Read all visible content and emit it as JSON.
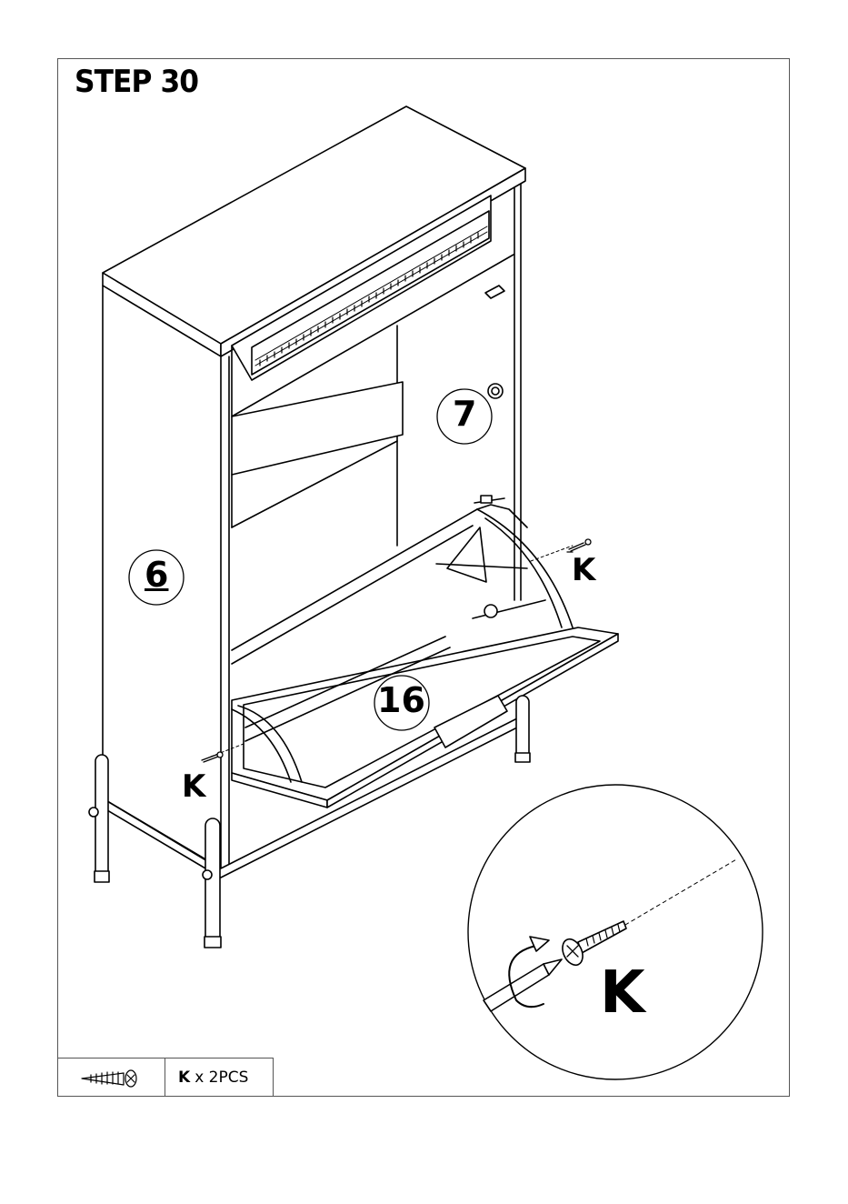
{
  "header": {
    "step_title": "STEP 30"
  },
  "callouts": {
    "part_cabinet_side": "6",
    "part_cabinet_back": "7",
    "part_flip_door": "16",
    "screw_right": "K",
    "screw_left": "K",
    "detail_screw": "K"
  },
  "parts_list": {
    "screw_code": "K",
    "screw_quantity": "x 2PCS"
  },
  "icons": [
    "screw-icon",
    "screwdriver-icon",
    "rotation-arrow-icon"
  ]
}
